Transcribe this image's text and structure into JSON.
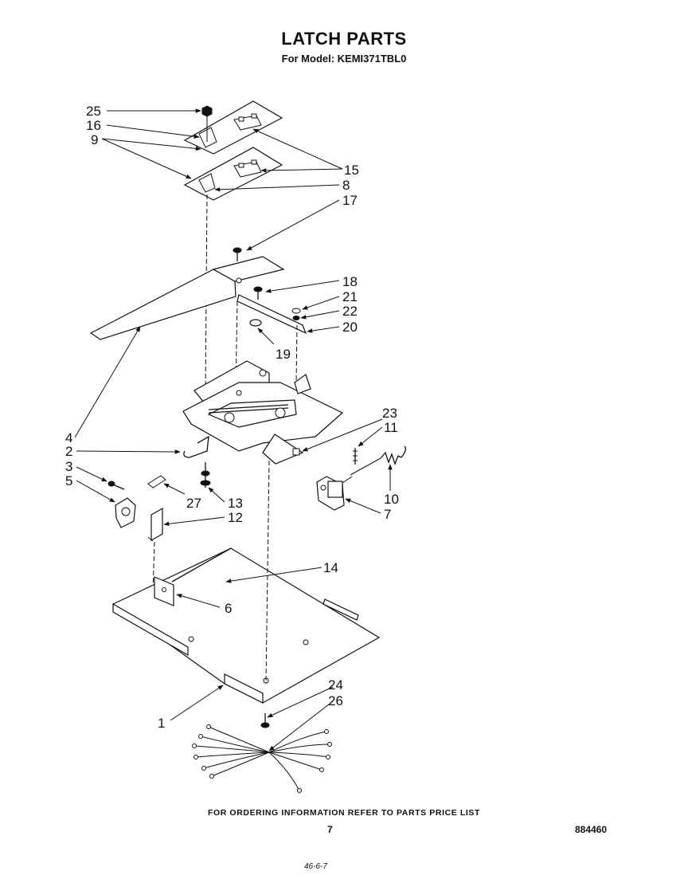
{
  "header": {
    "title": "LATCH PARTS",
    "subtitle": "For Model: KEMI371TBL0"
  },
  "footer": {
    "ordering_note": "FOR ORDERING INFORMATION REFER TO PARTS PRICE LIST",
    "page_number": "7",
    "document_number": "884460",
    "stamp": "46-6-7"
  },
  "callouts": {
    "c25": "25",
    "c16": "16",
    "c9": "9",
    "c15": "15",
    "c8": "8",
    "c17": "17",
    "c18": "18",
    "c21": "21",
    "c22": "22",
    "c20": "20",
    "c19": "19",
    "c23": "23",
    "c11": "11",
    "c10": "10",
    "c7": "7",
    "c4": "4",
    "c2": "2",
    "c3": "3",
    "c5": "5",
    "c27": "27",
    "c13": "13",
    "c12": "12",
    "c14": "14",
    "c6": "6",
    "c24": "24",
    "c26": "26",
    "c1": "1"
  }
}
